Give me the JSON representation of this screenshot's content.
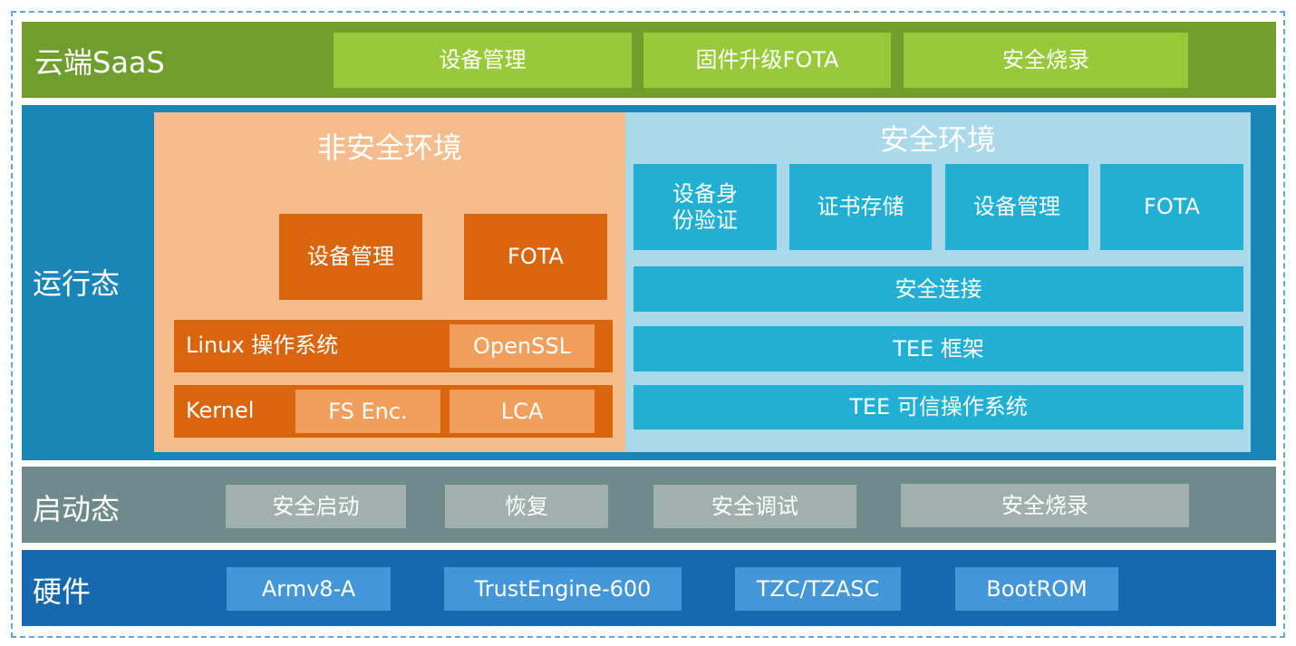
{
  "cloud": {
    "title": "云端SaaS",
    "items": [
      "设备管理",
      "固件升级FOTA",
      "安全烧录"
    ]
  },
  "runtime": {
    "title": "运行态",
    "non_secure": {
      "title": "非安全环境",
      "apps": [
        "设备管理",
        "FOTA"
      ],
      "os_label": "Linux 操作系统",
      "openssl": "OpenSSL",
      "kernel_label": "Kernel",
      "fs_enc": "FS Enc.",
      "lca": "LCA"
    },
    "secure": {
      "title": "安全环境",
      "services": [
        "设备身\n份验证",
        "证书存储",
        "设备管理",
        "FOTA"
      ],
      "secure_connection": "安全连接",
      "tee_framework": "TEE 框架",
      "tee_os": "TEE 可信操作系统"
    }
  },
  "boot": {
    "title": "启动态",
    "items": [
      "安全启动",
      "恢复",
      "安全调试",
      "安全烧录"
    ]
  },
  "hardware": {
    "title": "硬件",
    "items": [
      "Armv8-A",
      "TrustEngine-600",
      "TZC/TZASC",
      "BootROM"
    ]
  },
  "colors": {
    "cloud_band": "#6f9e2e",
    "cloud_box": "#97c93a",
    "runtime_band": "#1a86b7",
    "non_secure_bg": "#f5bc8d",
    "non_secure_dark": "#d9660f",
    "non_secure_light": "#f0a05c",
    "secure_bg": "#a9d9ea",
    "secure_box": "#21b0d4",
    "boot_band": "#6f8a8a",
    "boot_box": "#a0b1ad",
    "hardware_band": "#1569ac",
    "hardware_box": "#4396d8",
    "frame_dash": "#5aa9d6"
  }
}
